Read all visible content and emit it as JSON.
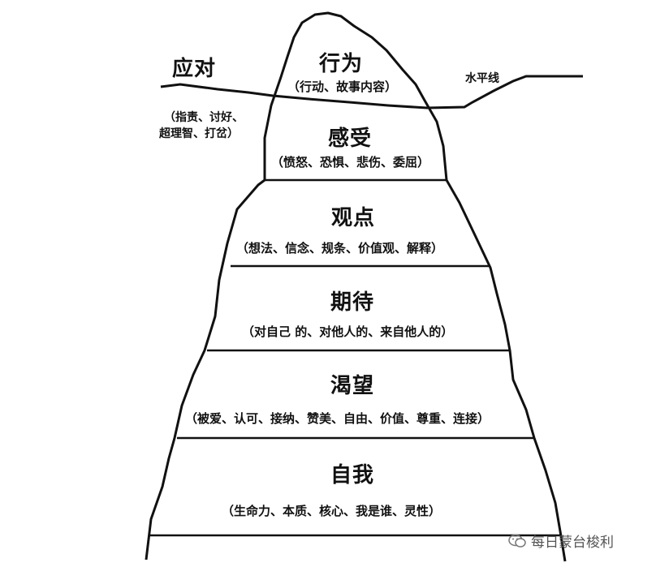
{
  "coping": {
    "title": "应对",
    "detail_line1": "（指责、讨好、",
    "detail_line2": "超理智、打岔）"
  },
  "waterline_label": "水平线",
  "layers": [
    {
      "title": "行为",
      "detail": "（行动、故事内容）"
    },
    {
      "title": "感受",
      "detail": "（愤怒、恐惧、悲伤、委屈）"
    },
    {
      "title": "观点",
      "detail": "（想法、信念、规条、价值观、解释）"
    },
    {
      "title": "期待",
      "detail": "（对自己 的、对他人的、来自他人的）"
    },
    {
      "title": "渴望",
      "detail": "（被爱、认可、接纳、赞美、自由、价值、尊重、连接）"
    },
    {
      "title": "自我",
      "detail": "（生命力、本质、核心、我是谁、灵性）"
    }
  ],
  "watermark": {
    "icon": "wechat-icon",
    "text": "每日蒙台梭利"
  }
}
